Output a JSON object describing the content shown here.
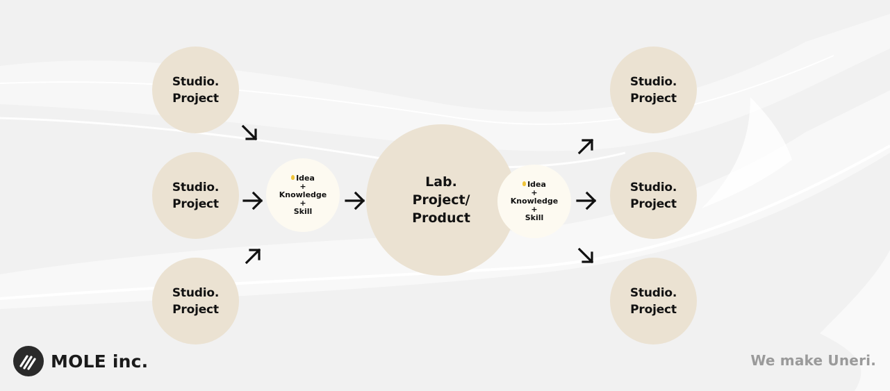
{
  "diagram": {
    "inputs": [
      {
        "label1": "Studio.",
        "label2": "Project"
      },
      {
        "label1": "Studio.",
        "label2": "Project"
      },
      {
        "label1": "Studio.",
        "label2": "Project"
      }
    ],
    "combiner_left": {
      "idea": "Idea",
      "plus1": "+",
      "knowledge": "Knowledge",
      "plus2": "+",
      "skill": "Skill"
    },
    "center": {
      "line1": "Lab.",
      "line2": "Project/",
      "line3": "Product"
    },
    "combiner_right": {
      "idea": "Idea",
      "plus1": "+",
      "knowledge": "Knowledge",
      "plus2": "+",
      "skill": "Skill"
    },
    "outputs": [
      {
        "label1": "Studio.",
        "label2": "Project"
      },
      {
        "label1": "Studio.",
        "label2": "Project"
      },
      {
        "label1": "Studio.",
        "label2": "Project"
      }
    ]
  },
  "footer": {
    "brand": "MOLE inc.",
    "tagline": "We make Uneri."
  },
  "colors": {
    "background": "#f1f1f1",
    "studio_circle": "#ebe2d2",
    "combiner_circle": "#fdfaf1",
    "tagline": "#9a9a9a",
    "bulb": "#f0c53a"
  }
}
